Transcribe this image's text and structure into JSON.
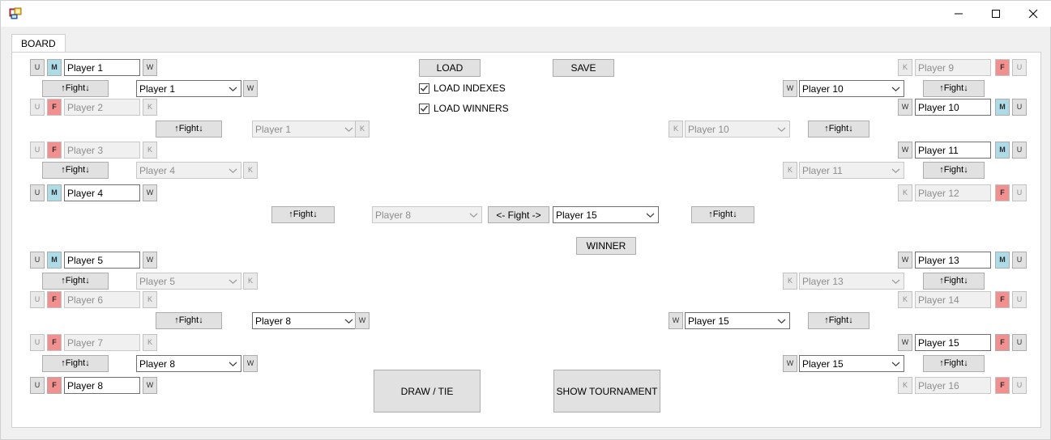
{
  "window": {
    "icon": "app-icon",
    "minimize": "minimize",
    "maximize": "maximize",
    "close": "close"
  },
  "tabs": [
    {
      "label": "BOARD",
      "selected": true
    }
  ],
  "center": {
    "load_label": "LOAD",
    "save_label": "SAVE",
    "load_indexes_label": "LOAD INDEXES",
    "load_indexes_checked": true,
    "load_winners_label": "LOAD WINNERS",
    "load_winners_checked": true,
    "final_fight_label": "<- Fight ->",
    "winner_label": "WINNER",
    "draw_tie_label": "DRAW / TIE",
    "show_tournament_label": "SHOW TOURNAMENT"
  },
  "labels": {
    "fight": "↑Fight↓",
    "u": "U",
    "w": "W",
    "k": "K",
    "m": "M",
    "f": "F"
  },
  "left": {
    "round1": [
      {
        "value": "Player 1",
        "gender": "M",
        "side_btn": "W",
        "disabled": false,
        "left_btn": "U"
      },
      {
        "value": "Player 2",
        "gender": "F",
        "side_btn": "K",
        "disabled": true,
        "left_btn": "U"
      },
      {
        "value": "Player 3",
        "gender": "F",
        "side_btn": "K",
        "disabled": true,
        "left_btn": "U"
      },
      {
        "value": "Player 4",
        "gender": "M",
        "side_btn": "W",
        "disabled": false,
        "left_btn": "U"
      },
      {
        "value": "Player 5",
        "gender": "M",
        "side_btn": "W",
        "disabled": false,
        "left_btn": "U"
      },
      {
        "value": "Player 6",
        "gender": "F",
        "side_btn": "K",
        "disabled": true,
        "left_btn": "U"
      },
      {
        "value": "Player 7",
        "gender": "F",
        "side_btn": "K",
        "disabled": true,
        "left_btn": "U"
      },
      {
        "value": "Player 8",
        "gender": "F",
        "side_btn": "W",
        "disabled": false,
        "left_btn": "U"
      }
    ],
    "round1_fights": [
      {
        "label": "↑Fight↓"
      },
      {
        "label": "↑Fight↓"
      },
      {
        "label": "↑Fight↓"
      },
      {
        "label": "↑Fight↓"
      }
    ],
    "round2": [
      {
        "value": "Player 1",
        "side_btn": "W",
        "disabled": false
      },
      {
        "value": "Player 4",
        "side_btn": "K",
        "disabled": true
      },
      {
        "value": "Player 5",
        "side_btn": "K",
        "disabled": true
      },
      {
        "value": "Player 8",
        "side_btn": "W",
        "disabled": false
      }
    ],
    "round2_fights": [
      {
        "label": "↑Fight↓"
      },
      {
        "label": "↑Fight↓"
      }
    ],
    "round3": [
      {
        "value": "Player 1",
        "side_btn": "K",
        "disabled": true
      },
      {
        "value": "Player 8",
        "side_btn": "W",
        "disabled": false
      }
    ],
    "round4": {
      "value": "Player 8",
      "disabled": true
    },
    "round4_fight": {
      "label": "↑Fight↓"
    }
  },
  "right": {
    "round1": [
      {
        "value": "Player 9",
        "gender": "F",
        "side_btn": "K",
        "disabled": true,
        "right_btn": "U"
      },
      {
        "value": "Player 10",
        "gender": "M",
        "side_btn": "W",
        "disabled": false,
        "right_btn": "U"
      },
      {
        "value": "Player 11",
        "gender": "M",
        "side_btn": "W",
        "disabled": false,
        "right_btn": "U"
      },
      {
        "value": "Player 12",
        "gender": "F",
        "side_btn": "K",
        "disabled": true,
        "right_btn": "U"
      },
      {
        "value": "Player 13",
        "gender": "M",
        "side_btn": "W",
        "disabled": false,
        "right_btn": "U"
      },
      {
        "value": "Player 14",
        "gender": "F",
        "side_btn": "K",
        "disabled": true,
        "right_btn": "U"
      },
      {
        "value": "Player 15",
        "gender": "F",
        "side_btn": "W",
        "disabled": false,
        "right_btn": "U"
      },
      {
        "value": "Player 16",
        "gender": "F",
        "side_btn": "K",
        "disabled": true,
        "right_btn": "U"
      }
    ],
    "round1_fights": [
      {
        "label": "↑Fight↓"
      },
      {
        "label": "↑Fight↓"
      },
      {
        "label": "↑Fight↓"
      },
      {
        "label": "↑Fight↓"
      }
    ],
    "round2": [
      {
        "value": "Player 10",
        "side_btn": "W",
        "disabled": false
      },
      {
        "value": "Player 11",
        "side_btn": "K",
        "disabled": true
      },
      {
        "value": "Player 13",
        "side_btn": "K",
        "disabled": true
      },
      {
        "value": "Player 15",
        "side_btn": "W",
        "disabled": false
      }
    ],
    "round2_fights": [
      {
        "label": "↑Fight↓"
      },
      {
        "label": "↑Fight↓"
      }
    ],
    "round3": [
      {
        "value": "Player 10",
        "side_btn": "K",
        "disabled": true
      },
      {
        "value": "Player 15",
        "side_btn": "W",
        "disabled": false
      }
    ],
    "round4": {
      "value": "Player 15",
      "disabled": false
    },
    "round4_fight": {
      "label": "↑Fight↓"
    }
  },
  "colors": {
    "male_badge": "#addbe8",
    "female_badge": "#f28f8f",
    "button_face": "#e1e1e1",
    "button_border": "#adadad",
    "window_bg": "#f0f0f0",
    "panel_bg": "#ffffff"
  }
}
